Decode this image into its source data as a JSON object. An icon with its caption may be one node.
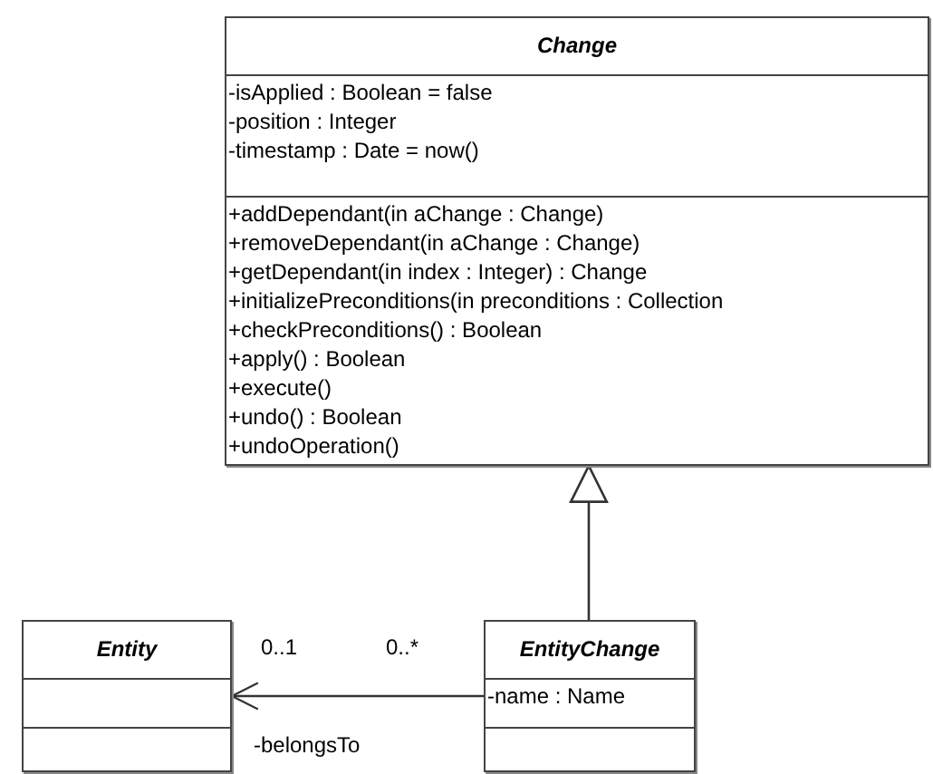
{
  "diagram": {
    "nodes": [
      {
        "text": [
          "Change",
          "-isApplied : Boolean = false",
          "-position : Integer",
          "-timestamp : Date = now()",
          "+addDependant(in aChange : Change)",
          "+removeDependant(in aChange : Change)",
          "+getDependant(in index : Integer) : Change",
          "+initializePreconditions(in preconditions : Collection",
          "+checkPreconditions() : Boolean",
          "+apply() : Boolean",
          "+execute()",
          "+undo() : Boolean",
          "+undoOperation()"
        ]
      },
      {
        "text": [
          "Entity"
        ]
      },
      {
        "text": [
          "EntityChange",
          "-name : Name"
        ]
      }
    ],
    "edges": [
      {
        "from": 2,
        "to": 0,
        "arrow": "to"
      },
      {
        "from": 2,
        "to": 1,
        "arrow": "to",
        "label": "-belongsTo"
      }
    ],
    "labels": [
      "0..1",
      "0..*"
    ]
  }
}
